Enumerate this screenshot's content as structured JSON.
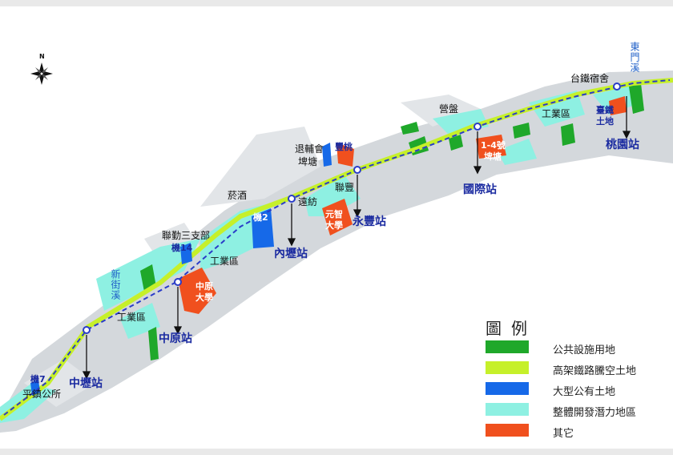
{
  "colors": {
    "public_facility": "#1fa82a",
    "elevated_rail": "#c6f02a",
    "public_land": "#1669e8",
    "dev_potential": "#8ef0e2",
    "other": "#f0501e",
    "station_text": "#1a2aa0",
    "base_gray": "#d4d8dc"
  },
  "icons": [
    "compass-rose-icon",
    "station-marker-icon",
    "arrow-down-icon"
  ],
  "compass": {
    "label": "N"
  },
  "labels": {
    "dongmen_creek": "東門溪",
    "railway_dorm": "台鐵宿舍",
    "yingpan": "營盤",
    "taoyuan_site_1": "臺鐵",
    "taoyuan_site_2": "土地",
    "taoyuan_station": "桃園站",
    "industrial_east": "工業區",
    "site_1_4_1": "1-4號",
    "site_1_4_2": "埤塘",
    "guoji_station": "國際站",
    "veterans_1": "退輔會",
    "veterans_2": "埤塘",
    "fengtao": "豐桃",
    "lianfeng": "聯豐",
    "yongfeng_station": "永豐站",
    "yuanzhi_1": "元智",
    "yuanzhi_2": "大學",
    "tobacco": "菸酒",
    "yuanfang": "遠紡",
    "neili_station": "內壢站",
    "site_ji2": "機2",
    "lianqin": "聯勤三支部",
    "site_ji14": "機14",
    "industrial_mid": "工業區",
    "xinjie_creek": "新街溪",
    "zhongyuan_u_1": "中原",
    "zhongyuan_u_2": "大學",
    "zhongyuan_station": "中原站",
    "industrial_west": "工業區",
    "site_ji7": "機7",
    "pingzhen_office": "平鎮公所",
    "zhongli_station": "中壢站"
  },
  "legend": {
    "title": "圖例",
    "items": [
      {
        "label": "公共設施用地",
        "color": "#1fa82a"
      },
      {
        "label": "高架鐵路騰空土地",
        "color": "#c6f02a"
      },
      {
        "label": "大型公有土地",
        "color": "#1669e8"
      },
      {
        "label": "整體開發潛力地區",
        "color": "#8ef0e2"
      },
      {
        "label": "其它",
        "color": "#f0501e"
      }
    ]
  }
}
